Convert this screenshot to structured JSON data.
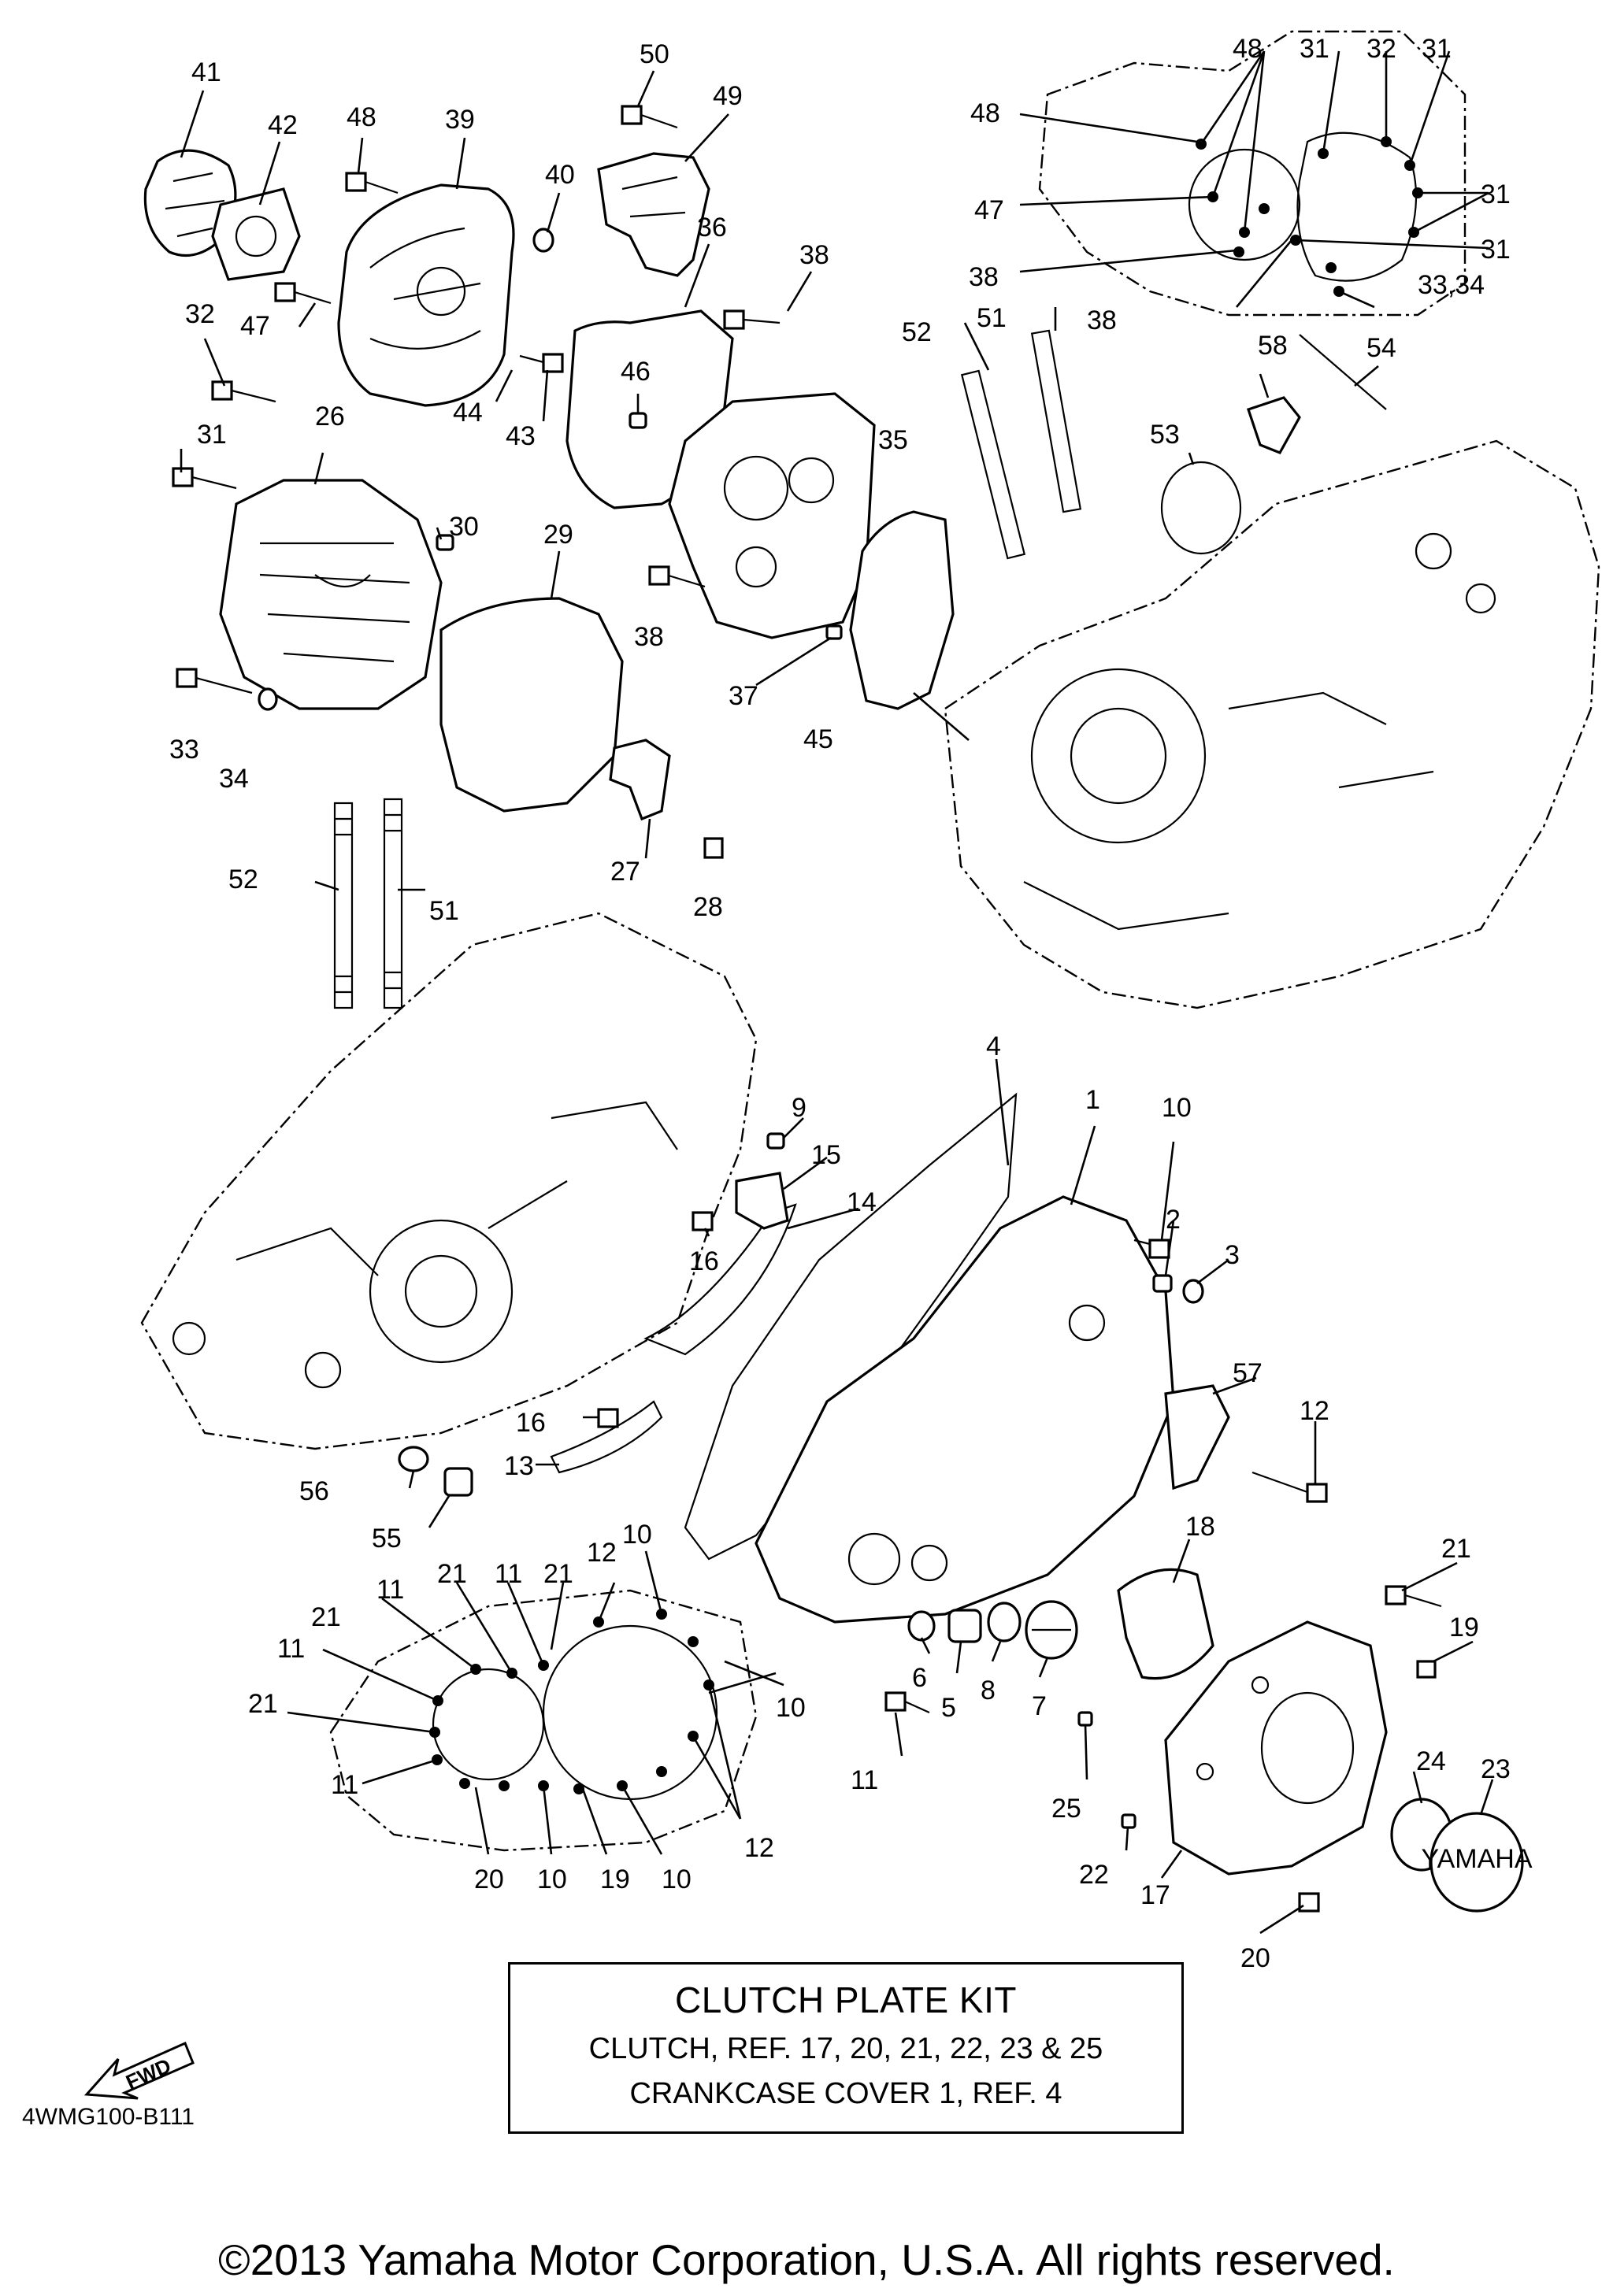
{
  "diagram": {
    "code": "4WMG100-B111",
    "direction_label": "FWD",
    "copyright": "©2013 Yamaha Motor Corporation, U.S.A. All rights reserved.",
    "cover_logo": "YAMAHA"
  },
  "kit_box": {
    "title": "CLUTCH PLATE KIT",
    "line1": "CLUTCH, REF. 17, 20, 21, 22, 23 & 25",
    "line2": "CRANKCASE COVER 1, REF. 4"
  },
  "callouts": [
    "41",
    "42",
    "48",
    "39",
    "50",
    "49",
    "40",
    "36",
    "38",
    "47",
    "32",
    "44",
    "43",
    "46",
    "35",
    "31",
    "26",
    "30",
    "29",
    "38",
    "37",
    "45",
    "33",
    "34",
    "52",
    "51",
    "27",
    "28",
    "48",
    "31",
    "32",
    "31",
    "48",
    "31",
    "47",
    "31",
    "38",
    "33,34",
    "38",
    "51",
    "52",
    "58",
    "54",
    "53",
    "4",
    "1",
    "9",
    "15",
    "14",
    "16",
    "10",
    "2",
    "3",
    "57",
    "12",
    "16",
    "13",
    "56",
    "55",
    "12",
    "10",
    "21",
    "11",
    "21",
    "11",
    "21",
    "11",
    "21",
    "11",
    "11",
    "20",
    "10",
    "19",
    "10",
    "12",
    "10",
    "6",
    "5",
    "8",
    "7",
    "18",
    "21",
    "19",
    "25",
    "24",
    "23",
    "22",
    "17",
    "20",
    "11"
  ]
}
